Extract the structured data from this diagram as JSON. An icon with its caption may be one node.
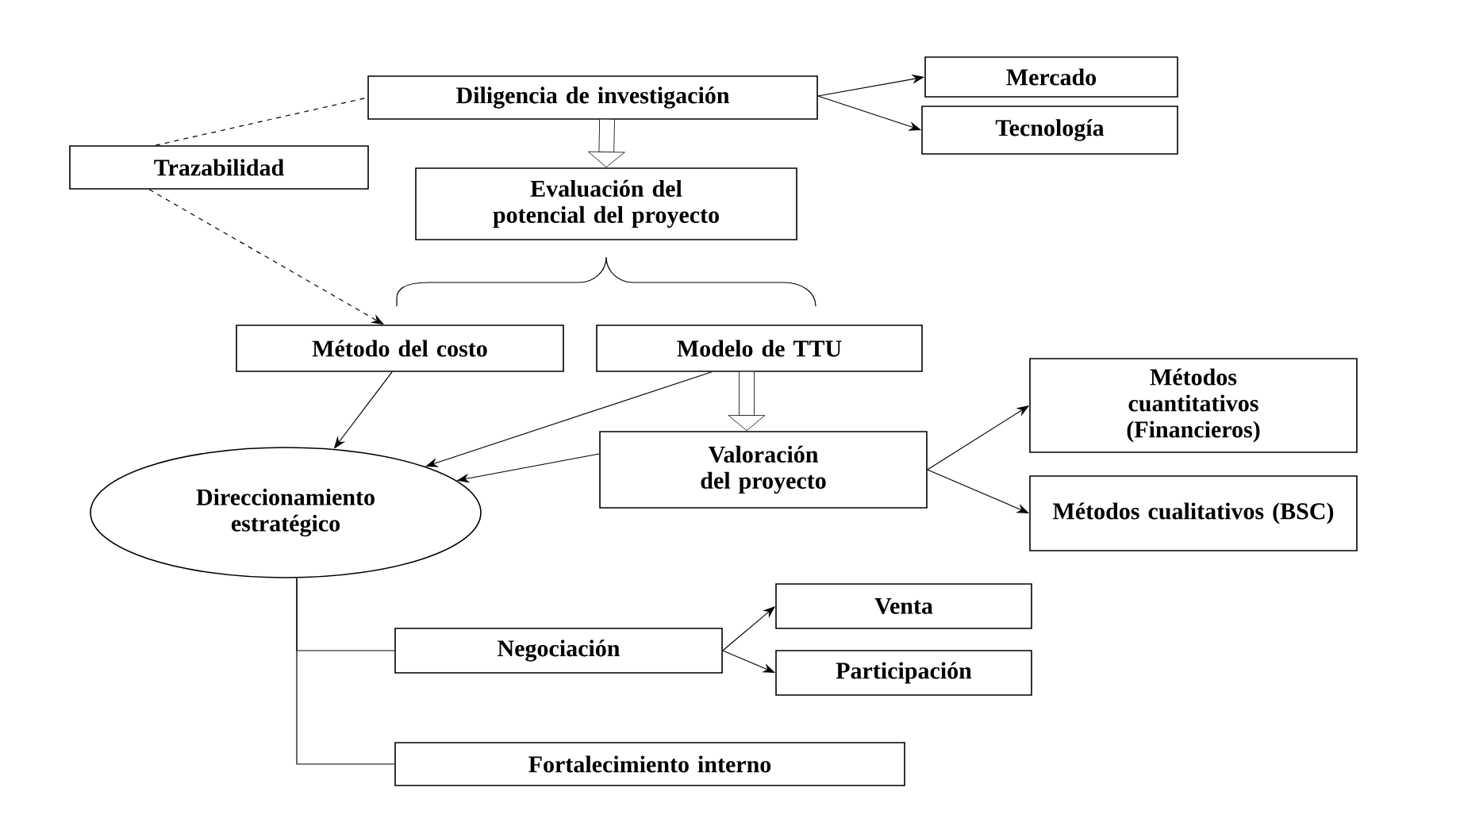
{
  "diagram": {
    "nodes": [
      {
        "text": [
          "Diligencia de investigación"
        ]
      },
      {
        "text": [
          "Mercado"
        ]
      },
      {
        "text": [
          "Tecnología"
        ]
      },
      {
        "text": [
          "Trazabilidad"
        ]
      },
      {
        "text": [
          "Evaluación del potencial del proyecto"
        ]
      },
      {
        "text": [
          "Método del costo"
        ]
      },
      {
        "text": [
          "Modelo de TTU"
        ]
      },
      {
        "text": [
          "Direccionamiento estratégico"
        ]
      },
      {
        "text": [
          "Valoración del proyecto"
        ]
      },
      {
        "text": [
          "Métodos cuantitativos (Financieros)"
        ]
      },
      {
        "text": [
          "Métodos cualitativos (BSC)"
        ]
      },
      {
        "text": [
          "Negociación"
        ]
      },
      {
        "text": [
          "Venta"
        ]
      },
      {
        "text": [
          "Participación"
        ]
      },
      {
        "text": [
          "Fortalecimiento interno"
        ]
      }
    ],
    "edges": [
      {
        "from": 0,
        "to": 1,
        "arrow": "to"
      },
      {
        "from": 0,
        "to": 2,
        "arrow": "to"
      },
      {
        "from": 3,
        "to": 0,
        "arrow": "none",
        "style": "dashed"
      },
      {
        "from": 0,
        "to": 4,
        "arrow": "to",
        "style": "thick"
      },
      {
        "from": 3,
        "to": 5,
        "arrow": "to",
        "style": "dashed"
      },
      {
        "from": 5,
        "to": 7,
        "arrow": "to"
      },
      {
        "from": 6,
        "to": 7,
        "arrow": "to"
      },
      {
        "from": 6,
        "to": 8,
        "arrow": "to",
        "style": "thick"
      },
      {
        "from": 8,
        "to": 7,
        "arrow": "to"
      },
      {
        "from": 8,
        "to": 9,
        "arrow": "to"
      },
      {
        "from": 8,
        "to": 10,
        "arrow": "to"
      },
      {
        "from": 7,
        "to": 11,
        "arrow": "none"
      },
      {
        "from": 7,
        "to": 14,
        "arrow": "none"
      },
      {
        "from": 11,
        "to": 12,
        "arrow": "to"
      },
      {
        "from": 11,
        "to": 13,
        "arrow": "to"
      }
    ]
  }
}
